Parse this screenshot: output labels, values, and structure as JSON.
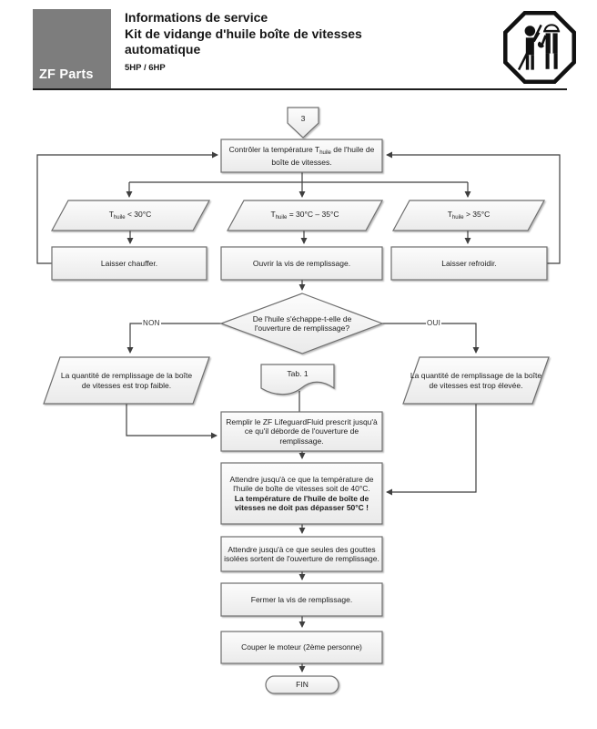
{
  "header": {
    "brand": "ZF Parts",
    "title_line1": "Informations de service",
    "title_line2": "Kit de vidange d'huile boîte de vitesses",
    "title_line3": "automatique",
    "subtitle": "5HP / 6HP",
    "icon": "mechanics-octagon-icon"
  },
  "colors": {
    "brand_box": "#7d7d7d",
    "connector_line": "#3f3f3f",
    "shape_border": "#6e6e6e",
    "shape_fill_top": "#fcfcfc",
    "shape_fill_bottom": "#eaeaea"
  },
  "flowchart": {
    "entry_connector": "3",
    "check_temp": {
      "prefix": "Contrôler la température T",
      "sub": "huile",
      "suffix": " de l'huile de boîte de vitesses."
    },
    "cond_low": {
      "prefix": "T",
      "sub": "huile",
      "suffix": " < 30°C"
    },
    "cond_ok": {
      "prefix": "T",
      "sub": "huile",
      "suffix": " = 30°C – 35°C"
    },
    "cond_high": {
      "prefix": "T",
      "sub": "huile",
      "suffix": " > 35°C"
    },
    "warm_up": "Laisser chauffer.",
    "open_plug": "Ouvrir la vis de remplissage.",
    "cool_down": "Laisser refroidir.",
    "decision": "De l'huile s'échappe-t-elle de l'ouverture de remplissage?",
    "label_no": "NON",
    "label_yes": "OUI",
    "qty_low": "La quantité de remplissage de la boîte de vitesses est trop faible.",
    "qty_high": "La quantité de remplissage de la boîte de vitesses est trop élevée.",
    "table_ref": "Tab. 1",
    "fill_fluid": "Remplir le ZF LifeguardFluid prescrit jusqu'à ce qu'il déborde de l'ouverture de remplissage.",
    "wait_temp": "Attendre jusqu'à ce que la température de l'huile de boîte de vitesses soit de 40°C.",
    "wait_temp_warning": "La température de l'huile de boîte de vitesses ne doit pas dépasser 50°C !",
    "wait_drops": "Attendre jusqu'à ce que seules des gouttes isolées sortent de l'ouverture de remplissage.",
    "close_plug": "Fermer la vis de remplissage.",
    "stop_engine": "Couper le moteur (2ème personne)",
    "end": "FIN"
  }
}
